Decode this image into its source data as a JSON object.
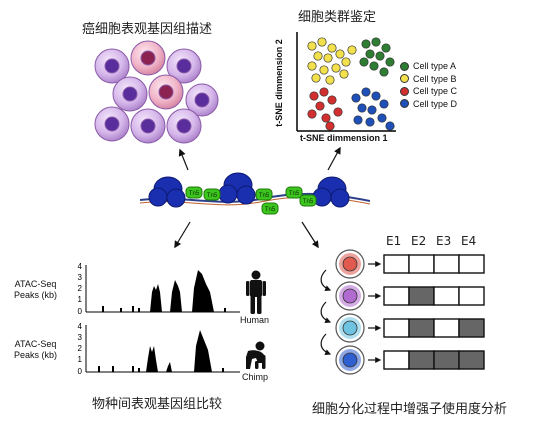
{
  "captions": {
    "top_left": "癌细胞表观基因组描述",
    "top_right": "细胞类群鉴定",
    "bottom_left": "物种间表观基因组比较",
    "bottom_right": "细胞分化过程中增强子使用度分析"
  },
  "tsne": {
    "ylabel": "t-SNE dimmension 2",
    "xlabel": "t-SNE dimmension 1",
    "legend": [
      {
        "label": "Cell type A",
        "color": "#2e7d32"
      },
      {
        "label": "Cell type B",
        "color": "#f2e14c"
      },
      {
        "label": "Cell type C",
        "color": "#d32f2f"
      },
      {
        "label": "Cell type D",
        "color": "#1f4fb8"
      }
    ]
  },
  "nucleosome": {
    "labels": [
      "Tn5",
      "Tn5",
      "Tn5",
      "Tn5",
      "Tn5",
      "Tn5"
    ]
  },
  "atac": {
    "ylabel_line1": "ATAC-Seq",
    "ylabel_line2": "Peaks (kb)",
    "yticks": [
      "4",
      "3",
      "2",
      "1",
      "0"
    ],
    "human_label": "Human",
    "chimp_label": "Chimp"
  },
  "enhancer": {
    "headers": [
      "E1",
      "E2",
      "E3",
      "E4"
    ],
    "rows": [
      {
        "cell_color": "#e05a4f",
        "pattern": [
          0,
          0,
          0,
          0
        ]
      },
      {
        "cell_color": "#b06ad0",
        "pattern": [
          0,
          1,
          0,
          0
        ]
      },
      {
        "cell_color": "#6ec3e0",
        "pattern": [
          0,
          1,
          0,
          1
        ]
      },
      {
        "cell_color": "#2f5fd0",
        "pattern": [
          0,
          1,
          1,
          1
        ]
      }
    ],
    "colors": {
      "used": "#666666",
      "unused": "#ffffff"
    }
  },
  "colors": {
    "nucleosome_blue": "#1a2fb0",
    "tn5_green": "#3cc51f",
    "cancer_cell": "#c9a4e0",
    "cancer_nucleus": "#5a2d9c"
  }
}
